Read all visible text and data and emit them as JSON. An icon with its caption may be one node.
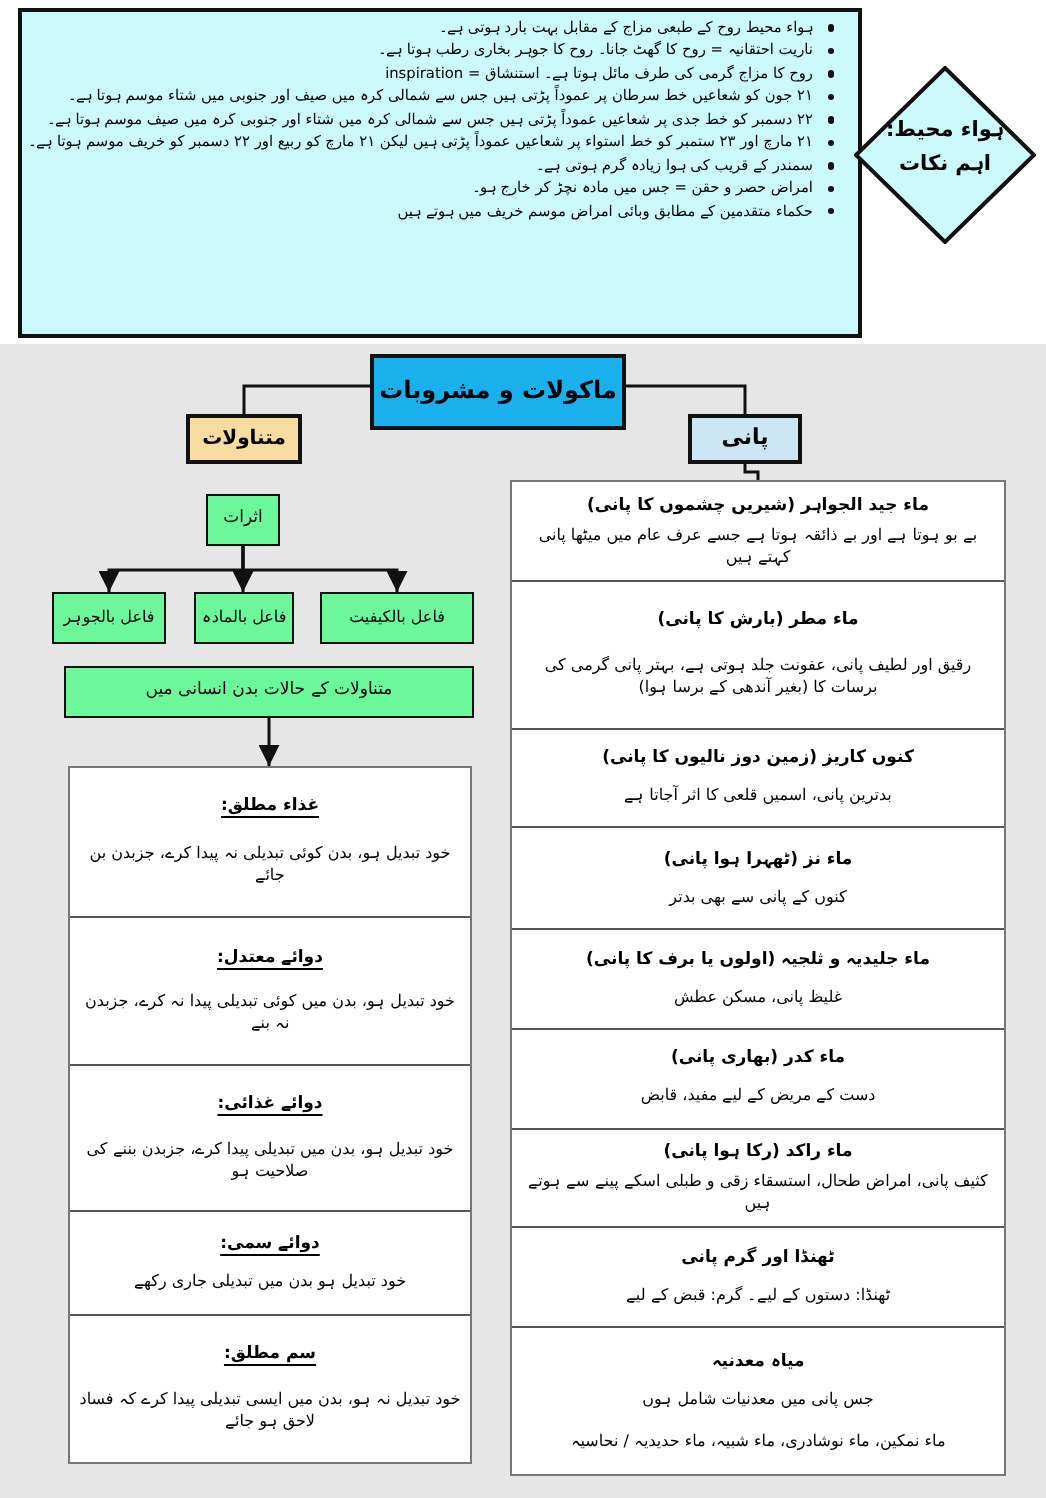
{
  "diagram": {
    "nodes": [
      {
        "text": [
          "ہواء محیط روح کے طبعی مزاج کے مقابل بہت بارد ہوتی ہے۔",
          "ناریت احتقانیہ = روح کا گھٹ جانا۔ روح کا جوہر بخاری رطب ہوتا ہے۔",
          "روح کا مزاج گرمی کی طرف مائل ہوتا ہے۔ استنشاق = inspiration",
          "۲۱ جون کو شعاعیں خط سرطان پر عموداً پڑتی ہیں جس سے شمالی کرہ میں صیف اور جنوبی میں شتاء موسم ہوتا ہے۔",
          "۲۲ دسمبر کو خط جدی پر شعاعیں عموداً پڑتی ہیں جس سے شمالی کرہ میں شتاء اور جنوبی کرہ میں صیف موسم ہوتا ہے۔",
          "۲۱ مارچ اور ۲۳ ستمبر کو خط استواء پر شعاعیں عموداً پڑتی ہیں لیکن ۲۱ مارچ کو ربیع اور ۲۲ دسمبر کو خریف موسم ہوتا ہے۔",
          "سمندر کے قریب کی ہوا زیادہ گرم ہوتی ہے۔",
          "امراض حصر و حقن = جس میں مادہ نچڑ کر خارج ہو۔",
          "حکماء متقدمین کے مطابق وبائی امراض موسم خریف میں ہوتے ہیں"
        ]
      },
      {
        "text": [
          "ہواء محیط: اہم نکات"
        ]
      },
      {
        "text": [
          "ماکولات و مشروبات"
        ]
      },
      {
        "text": [
          "متناولات"
        ]
      },
      {
        "text": [
          "پانی"
        ]
      },
      {
        "text": [
          "اثرات"
        ]
      },
      {
        "text": [
          "فاعل بالکیفیت"
        ]
      },
      {
        "text": [
          "فاعل بالمادہ"
        ]
      },
      {
        "text": [
          "فاعل بالجوہر"
        ]
      },
      {
        "text": [
          "متناولات کے حالات بدن انسانی میں"
        ]
      },
      {
        "text": [],
        "shape": "box"
      },
      {
        "text": [
          "غذاء مطلق:",
          "خود تبدیل ہو، بدن کوئی تبدیلی نہ پیدا کرے، جزبدن بن جائے"
        ],
        "in": 10
      },
      {
        "text": [
          "دوائے معتدل:",
          "خود تبدیل ہو، بدن میں کوئی تبدیلی پیدا نہ کرے، جزبدن نہ بنے"
        ],
        "in": 10
      },
      {
        "text": [
          "دوائے غذائی:",
          "خود تبدیل ہو، بدن میں تبدیلی پیدا کرے، جزبدن بننے کی صلاحیت ہو"
        ],
        "in": 10
      },
      {
        "text": [
          "دوائے سمی:",
          "خود تبدیل ہو بدن میں تبدیلی جاری رکھے"
        ],
        "in": 10
      },
      {
        "text": [
          "سم مطلق:",
          "خود تبدیل نہ ہو، بدن میں ایسی تبدیلی پیدا کرے کہ فساد لاحق ہو جائے"
        ],
        "in": 10
      },
      {
        "text": [],
        "shape": "box"
      },
      {
        "text": [
          "ماء جید الجواہر (شیریں چشموں کا پانی)",
          "بے بو ہوتا ہے اور بے ذائقہ ہوتا ہے جسے عرف عام میں میٹھا پانی کہتے ہیں"
        ],
        "in": 16
      },
      {
        "text": [
          "ماء مطر (بارش کا پانی)",
          "رقیق اور لطیف پانی، عفونت جلد ہوتی ہے، بہتر پانی گرمی کی برسات کا (بغیر آندھی کے برسا ہوا)"
        ],
        "in": 16
      },
      {
        "text": [
          "کنوں کاریز (زمین دوز نالیوں کا پانی)",
          "بدترین پانی، اسمیں قلعی کا اثر آجاتا ہے"
        ],
        "in": 16
      },
      {
        "text": [
          "ماء نز (ٹھہرا ہوا پانی)",
          "کنوں کے پانی سے بھی بدتر"
        ],
        "in": 16
      },
      {
        "text": [
          "ماء جلیدیہ و ثلجیہ (اولوں یا برف کا پانی)",
          "غلیظ پانی، مسکن عطش"
        ],
        "in": 16
      },
      {
        "text": [
          "ماء کدر (بھاری پانی)",
          "دست کے مریض کے لیے مفید، قابض"
        ],
        "in": 16
      },
      {
        "text": [
          "ماء راکد (رکا ہوا پانی)",
          "کثیف پانی، امراض طحال، استسقاء زقی و طبلی اسکے پینے سے ہوتے ہیں"
        ],
        "in": 16
      },
      {
        "text": [
          "ٹھنڈا اور گرم پانی",
          "ٹھنڈا: دستوں کے لیے۔ گرم: قبض کے لیے"
        ],
        "in": 16
      },
      {
        "text": [
          "میاہ معدنیہ",
          "جس پانی میں معدنیات شامل ہوں",
          "ماء نمکین، ماء نوشادری، ماء شبیہ، ماء حدیدیہ / نحاسیہ"
        ],
        "in": 16
      }
    ],
    "edges": [
      {
        "from": 2,
        "to": 3,
        "arrow": "none"
      },
      {
        "from": 2,
        "to": 4,
        "arrow": "none"
      },
      {
        "from": 5,
        "to": 6,
        "arrow": "to"
      },
      {
        "from": 5,
        "to": 7,
        "arrow": "to"
      },
      {
        "from": 5,
        "to": 8,
        "arrow": "to"
      },
      {
        "from": 9,
        "to": 10,
        "arrow": "to"
      },
      {
        "from": 4,
        "to": 16,
        "arrow": "none"
      }
    ]
  }
}
